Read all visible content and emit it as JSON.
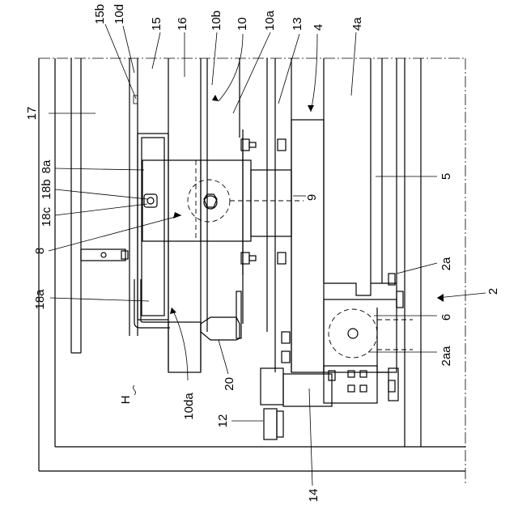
{
  "labels": {
    "l15b": "15b",
    "l10d": "10d",
    "l15": "15",
    "l16": "16",
    "l10b": "10b",
    "l10": "10",
    "l10a": "10a",
    "l13": "13",
    "l4": "4",
    "l4a": "4a",
    "l17": "17",
    "l8a": "8a",
    "l18b": "18b",
    "l18c": "18c",
    "l8": "8",
    "l9": "9",
    "l5": "5",
    "l2a": "2a",
    "l2": "2",
    "l18a": "18a",
    "l6": "6",
    "l2aa": "2aa",
    "l20": "20",
    "lH": "H",
    "l12": "12",
    "l10da": "10da",
    "l14": "14"
  }
}
